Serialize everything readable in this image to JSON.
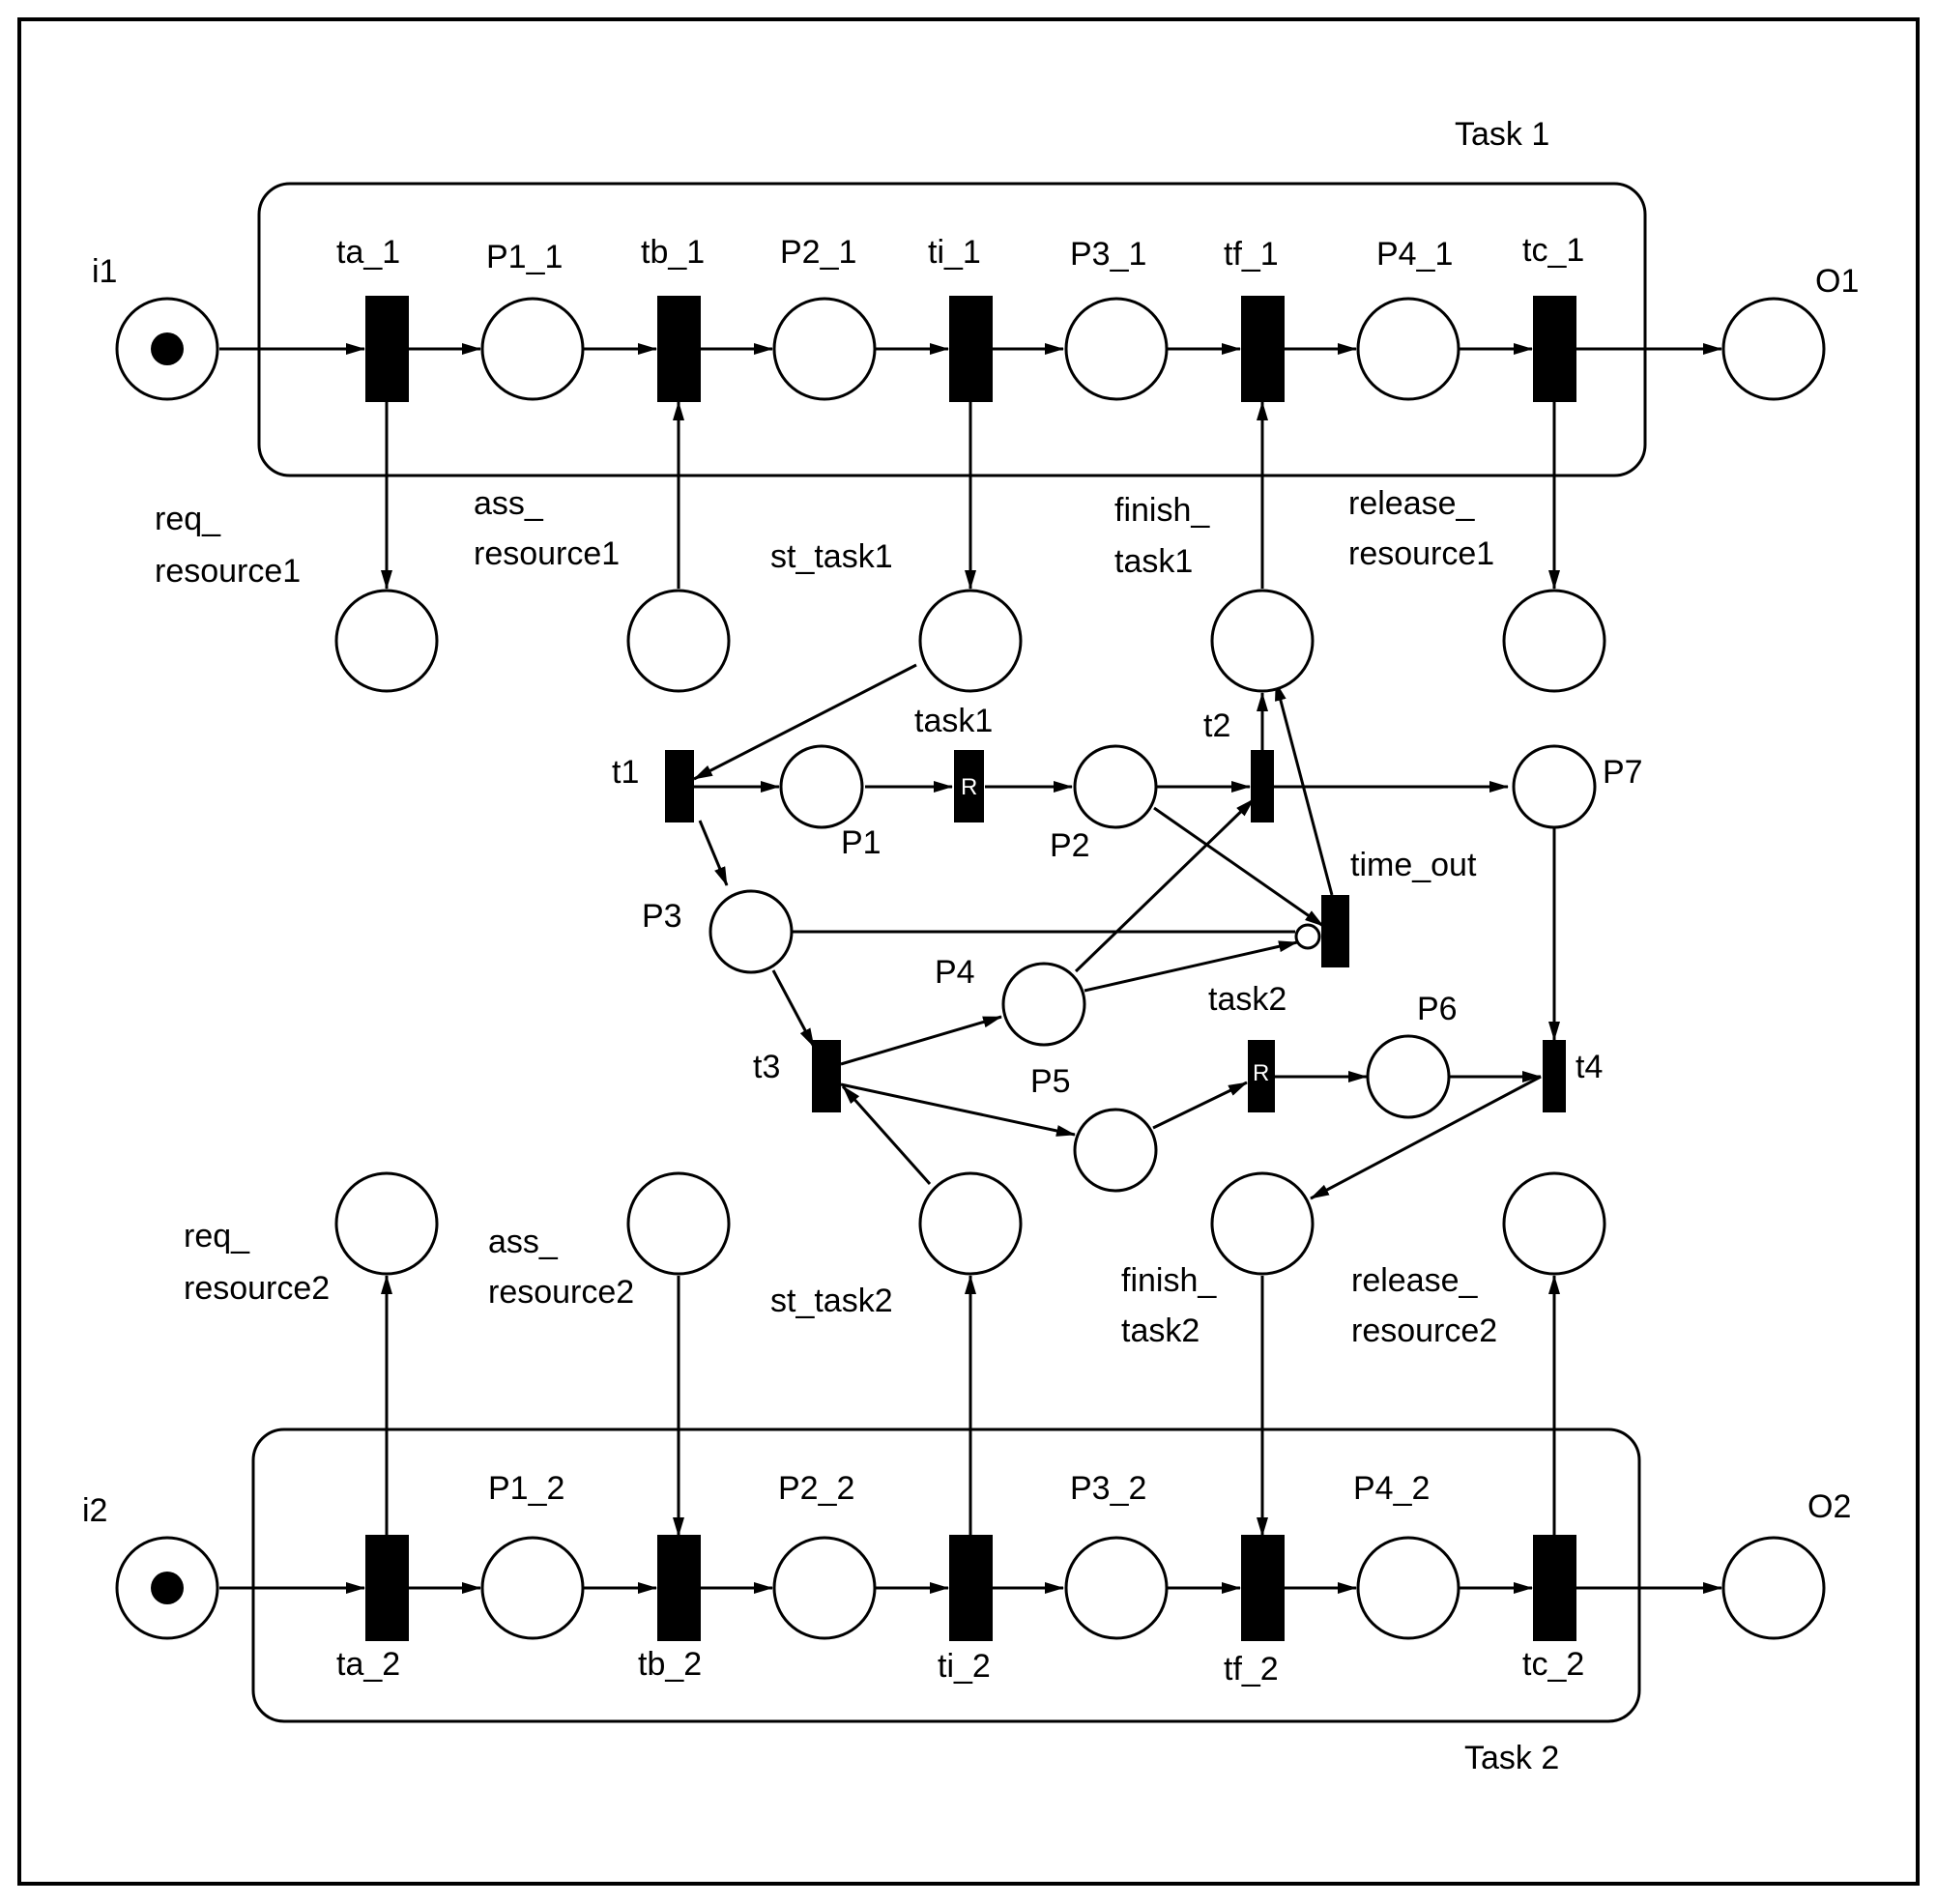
{
  "groups": [
    {
      "id": "task1",
      "label": "Task 1"
    },
    {
      "id": "task2",
      "label": "Task 2"
    }
  ],
  "places": [
    {
      "id": "i1",
      "label": "i1",
      "tokens": 1
    },
    {
      "id": "P1_1",
      "label": "P1_1"
    },
    {
      "id": "P2_1",
      "label": "P2_1"
    },
    {
      "id": "P3_1",
      "label": "P3_1"
    },
    {
      "id": "P4_1",
      "label": "P4_1"
    },
    {
      "id": "O1",
      "label": "O1"
    },
    {
      "id": "req1",
      "label_lines": [
        "req_",
        "resource1"
      ]
    },
    {
      "id": "ass1",
      "label_lines": [
        "ass_",
        "resource1"
      ]
    },
    {
      "id": "st1",
      "label": "st_task1"
    },
    {
      "id": "fin1",
      "label_lines": [
        "finish_",
        "task1"
      ]
    },
    {
      "id": "rel1",
      "label_lines": [
        "release_",
        "resource1"
      ]
    },
    {
      "id": "P1",
      "label": "P1"
    },
    {
      "id": "P2",
      "label": "P2"
    },
    {
      "id": "P3",
      "label": "P3"
    },
    {
      "id": "P4",
      "label": "P4"
    },
    {
      "id": "P5",
      "label": "P5"
    },
    {
      "id": "P6",
      "label": "P6"
    },
    {
      "id": "P7",
      "label": "P7"
    },
    {
      "id": "req2",
      "label_lines": [
        "req_",
        "resource2"
      ]
    },
    {
      "id": "ass2",
      "label_lines": [
        "ass_",
        "resource2"
      ]
    },
    {
      "id": "st2",
      "label": "st_task2"
    },
    {
      "id": "fin2",
      "label_lines": [
        "finish_",
        "task2"
      ]
    },
    {
      "id": "rel2",
      "label_lines": [
        "release_",
        "resource2"
      ]
    },
    {
      "id": "i2",
      "label": "i2",
      "tokens": 1
    },
    {
      "id": "P1_2",
      "label": "P1_2"
    },
    {
      "id": "P2_2",
      "label": "P2_2"
    },
    {
      "id": "P3_2",
      "label": "P3_2"
    },
    {
      "id": "P4_2",
      "label": "P4_2"
    },
    {
      "id": "O2",
      "label": "O2"
    }
  ],
  "transitions": [
    {
      "id": "ta_1",
      "label": "ta_1"
    },
    {
      "id": "tb_1",
      "label": "tb_1"
    },
    {
      "id": "ti_1",
      "label": "ti_1"
    },
    {
      "id": "tf_1",
      "label": "tf_1"
    },
    {
      "id": "tc_1",
      "label": "tc_1"
    },
    {
      "id": "t1",
      "label": "t1"
    },
    {
      "id": "tR1",
      "label": "task1",
      "inner": "R"
    },
    {
      "id": "t2",
      "label": "t2"
    },
    {
      "id": "time_out",
      "label": "time_out"
    },
    {
      "id": "t3",
      "label": "t3"
    },
    {
      "id": "tR2",
      "label": "task2",
      "inner": "R"
    },
    {
      "id": "t4",
      "label": "t4"
    },
    {
      "id": "ta_2",
      "label": "ta_2"
    },
    {
      "id": "tb_2",
      "label": "tb_2"
    },
    {
      "id": "ti_2",
      "label": "ti_2"
    },
    {
      "id": "tf_2",
      "label": "tf_2"
    },
    {
      "id": "tc_2",
      "label": "tc_2"
    }
  ],
  "arcs": [
    {
      "from": "i1",
      "to": "ta_1"
    },
    {
      "from": "ta_1",
      "to": "P1_1"
    },
    {
      "from": "P1_1",
      "to": "tb_1"
    },
    {
      "from": "tb_1",
      "to": "P2_1"
    },
    {
      "from": "P2_1",
      "to": "ti_1"
    },
    {
      "from": "ti_1",
      "to": "P3_1"
    },
    {
      "from": "P3_1",
      "to": "tf_1"
    },
    {
      "from": "tf_1",
      "to": "P4_1"
    },
    {
      "from": "P4_1",
      "to": "tc_1"
    },
    {
      "from": "tc_1",
      "to": "O1"
    },
    {
      "from": "ta_1",
      "to": "req1"
    },
    {
      "from": "ass1",
      "to": "tb_1"
    },
    {
      "from": "ti_1",
      "to": "st1"
    },
    {
      "from": "fin1",
      "to": "tf_1"
    },
    {
      "from": "tc_1",
      "to": "rel1"
    },
    {
      "from": "st1",
      "to": "t1"
    },
    {
      "from": "t1",
      "to": "P1"
    },
    {
      "from": "P1",
      "to": "tR1"
    },
    {
      "from": "tR1",
      "to": "P2"
    },
    {
      "from": "P2",
      "to": "t2"
    },
    {
      "from": "t2",
      "to": "fin1"
    },
    {
      "from": "t2",
      "to": "P7"
    },
    {
      "from": "P7",
      "to": "t4"
    },
    {
      "from": "t1",
      "to": "P3"
    },
    {
      "from": "P2",
      "to": "time_out"
    },
    {
      "from": "time_out",
      "to": "fin1"
    },
    {
      "from": "P3",
      "to": "time_out",
      "type": "inhibitor"
    },
    {
      "from": "P4",
      "to": "time_out"
    },
    {
      "from": "P4",
      "to": "t2"
    },
    {
      "from": "P3",
      "to": "t3"
    },
    {
      "from": "t3",
      "to": "P4"
    },
    {
      "from": "t3",
      "to": "P5"
    },
    {
      "from": "st2",
      "to": "t3"
    },
    {
      "from": "P5",
      "to": "tR2"
    },
    {
      "from": "tR2",
      "to": "P6"
    },
    {
      "from": "P6",
      "to": "t4"
    },
    {
      "from": "t4",
      "to": "fin2"
    },
    {
      "from": "ta_2",
      "to": "req2"
    },
    {
      "from": "ass2",
      "to": "tb_2"
    },
    {
      "from": "ti_2",
      "to": "st2"
    },
    {
      "from": "fin2",
      "to": "tf_2"
    },
    {
      "from": "tc_2",
      "to": "rel2"
    },
    {
      "from": "i2",
      "to": "ta_2"
    },
    {
      "from": "ta_2",
      "to": "P1_2"
    },
    {
      "from": "P1_2",
      "to": "tb_2"
    },
    {
      "from": "tb_2",
      "to": "P2_2"
    },
    {
      "from": "P2_2",
      "to": "ti_2"
    },
    {
      "from": "ti_2",
      "to": "P3_2"
    },
    {
      "from": "P3_2",
      "to": "tf_2"
    },
    {
      "from": "tf_2",
      "to": "P4_2"
    },
    {
      "from": "P4_2",
      "to": "tc_2"
    },
    {
      "from": "tc_2",
      "to": "O2"
    }
  ]
}
